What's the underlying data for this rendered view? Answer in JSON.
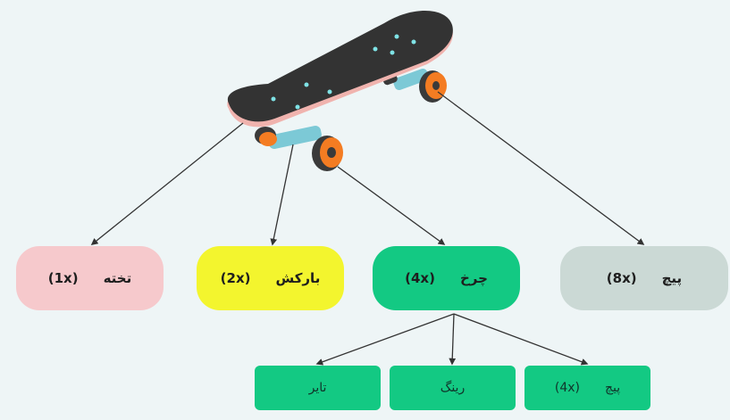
{
  "colors": {
    "background": "#eef5f6",
    "deck": "#f6c9cc",
    "truck": "#f3f52e",
    "wheel": "#13c983",
    "screw": "#cbd9d5",
    "sub_part": "#13c983",
    "board_top": "#333333",
    "board_edge": "#f0b3ae",
    "truck_metal": "#7cc9d6",
    "wheel_orange": "#f47c22",
    "wheel_dark": "#3a3a3a",
    "line": "#333333"
  },
  "icons": [
    "skateboard-illustration"
  ],
  "parts": [
    {
      "id": "deck",
      "qty": "(1x)",
      "name": "تخته"
    },
    {
      "id": "truck",
      "qty": "(2x)",
      "name": "بارکش"
    },
    {
      "id": "wheel",
      "qty": "(4x)",
      "name": "چرخ"
    },
    {
      "id": "screw",
      "qty": "(8x)",
      "name": "پیچ"
    }
  ],
  "wheel_parts": [
    {
      "id": "tire",
      "qty": "",
      "name": "تایر"
    },
    {
      "id": "bearing",
      "qty": "",
      "name": "رینگ"
    },
    {
      "id": "bolt",
      "qty": "(4x)",
      "name": "پیچ"
    }
  ]
}
